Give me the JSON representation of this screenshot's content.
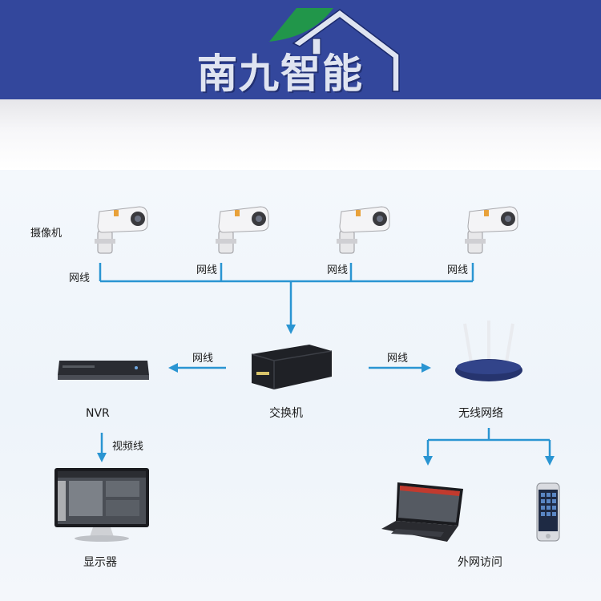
{
  "brand": {
    "name": "南九智能"
  },
  "colors": {
    "banner": "#33479c",
    "connector": "#2a95d2",
    "leaf_green": "#21964a"
  },
  "diagram": {
    "camera_label": "摄像机",
    "cable_labels": [
      "网线",
      "网线",
      "网线",
      "网线"
    ],
    "switch_to_nvr_label": "网线",
    "switch_to_router_label": "网线",
    "nvr_to_monitor_label": "视频线",
    "nodes": {
      "nvr": "NVR",
      "switch": "交换机",
      "wireless": "无线网络",
      "monitor": "显示器",
      "remote": "外网访问"
    }
  }
}
